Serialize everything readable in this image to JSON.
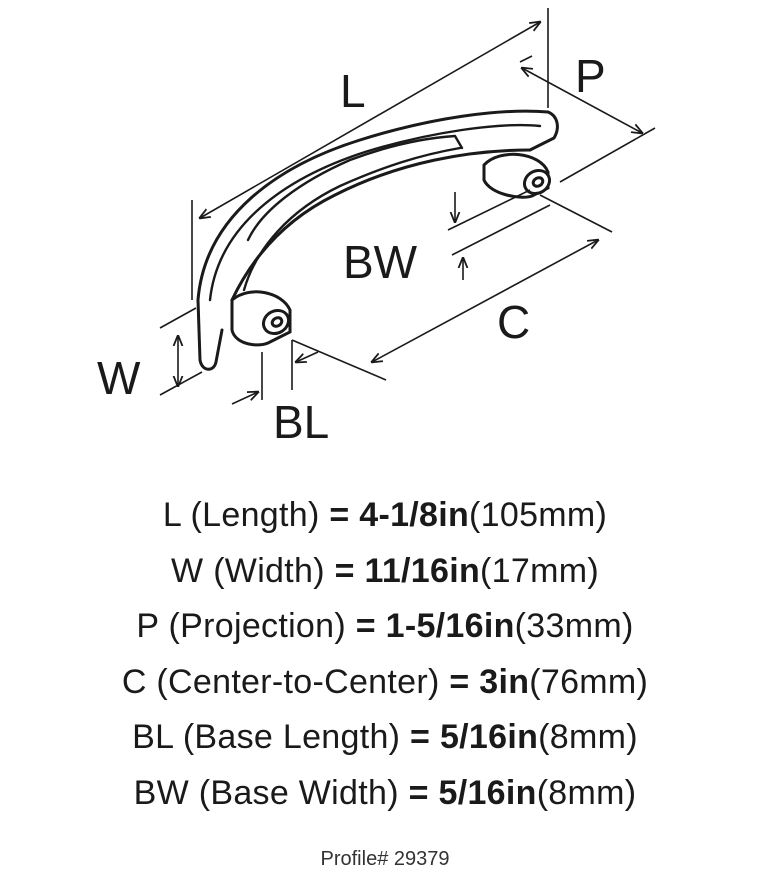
{
  "diagram": {
    "labels": {
      "L": "L",
      "P": "P",
      "BW": "BW",
      "C": "C",
      "W": "W",
      "BL": "BL"
    }
  },
  "specs": [
    {
      "code": "L",
      "desc": "(Length)",
      "eq": "=",
      "value": "4-1/8in",
      "metric": "(105mm)"
    },
    {
      "code": "W",
      "desc": "(Width)",
      "eq": "=",
      "value": "11/16in",
      "metric": "(17mm)"
    },
    {
      "code": "P",
      "desc": "(Projection)",
      "eq": "=",
      "value": "1-5/16in",
      "metric": "(33mm)"
    },
    {
      "code": "C",
      "desc": "(Center-to-Center)",
      "eq": "=",
      "value": "3in",
      "metric": "(76mm)"
    },
    {
      "code": "BL",
      "desc": "(Base Length)",
      "eq": "=",
      "value": "5/16in",
      "metric": "(8mm)"
    },
    {
      "code": "BW",
      "desc": "(Base Width)",
      "eq": "=",
      "value": "5/16in",
      "metric": "(8mm)"
    }
  ],
  "profile": "Profile# 29379"
}
